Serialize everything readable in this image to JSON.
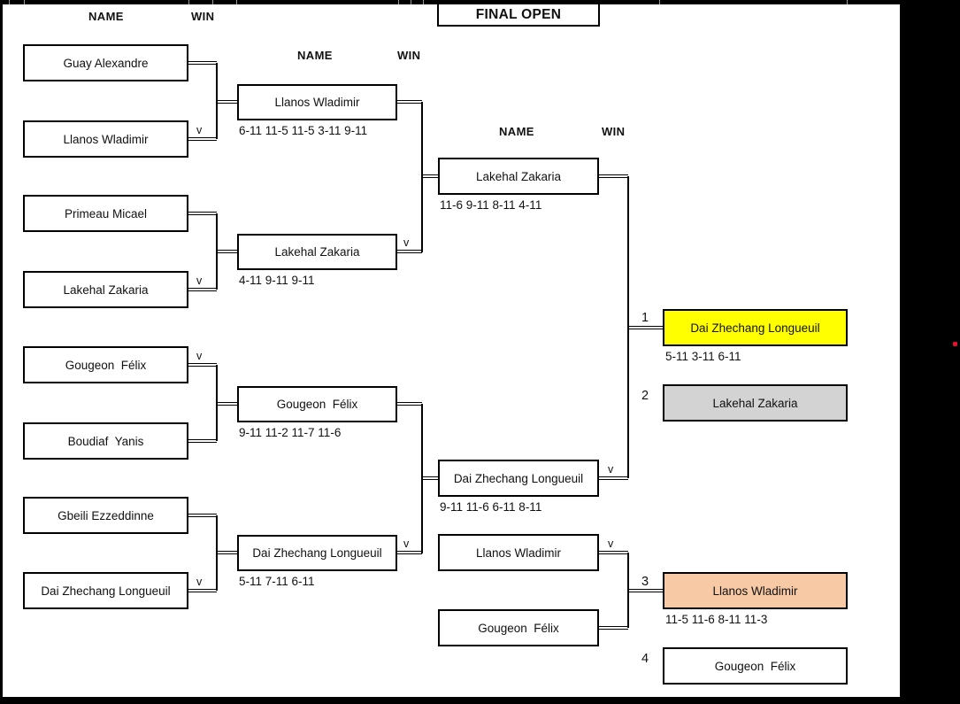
{
  "title": "FINAL OPEN",
  "column_headers": {
    "name": "NAME",
    "win": "WIN"
  },
  "winner_mark": "v",
  "colors": {
    "first_place_bg": "#FFFF00",
    "second_place_bg": "#D3D3D3",
    "third_place_bg": "#F7C9A4",
    "fourth_place_bg": "#FFFFFF",
    "line": "#000000",
    "red_marker": "#E8112D"
  },
  "bracket": {
    "round1": [
      {
        "name": "Guay Alexandre",
        "won": false
      },
      {
        "name": "Llanos Wladimir",
        "won": true
      },
      {
        "name": "Primeau Micael",
        "won": false
      },
      {
        "name": "Lakehal Zakaria",
        "won": true
      },
      {
        "name": "Gougeon  Félix",
        "won": true
      },
      {
        "name": "Boudiaf  Yanis",
        "won": false
      },
      {
        "name": "Gbeili Ezzeddinne",
        "won": false
      },
      {
        "name": "Dai Zhechang Longueuil",
        "won": true
      }
    ],
    "round2": [
      {
        "name": "Llanos Wladimir",
        "score": "6-11 11-5 11-5 3-11 9-11",
        "won": false
      },
      {
        "name": "Lakehal Zakaria",
        "score": "4-11 9-11 9-11",
        "won": true
      },
      {
        "name": "Gougeon  Félix",
        "score": "9-11 11-2 11-7 11-6",
        "won": false
      },
      {
        "name": "Dai Zhechang Longueuil",
        "score": "5-11 7-11 6-11",
        "won": true
      }
    ],
    "round3": [
      {
        "name": "Lakehal Zakaria",
        "score": "11-6 9-11 8-11 4-11",
        "won": false
      },
      {
        "name": "Dai Zhechang Longueuil",
        "score": "9-11 11-6 6-11 8-11",
        "won": true
      },
      {
        "name": "Llanos Wladimir",
        "score": "",
        "won": true
      },
      {
        "name": "Gougeon  Félix",
        "score": "",
        "won": false
      }
    ],
    "placements": [
      {
        "rank": "1",
        "name": "Dai Zhechang Longueuil",
        "score": "5-11 3-11 6-11"
      },
      {
        "rank": "2",
        "name": "Lakehal Zakaria",
        "score": ""
      },
      {
        "rank": "3",
        "name": "Llanos Wladimir",
        "score": "11-5 11-6 8-11 11-3"
      },
      {
        "rank": "4",
        "name": "Gougeon  Félix",
        "score": ""
      }
    ]
  }
}
